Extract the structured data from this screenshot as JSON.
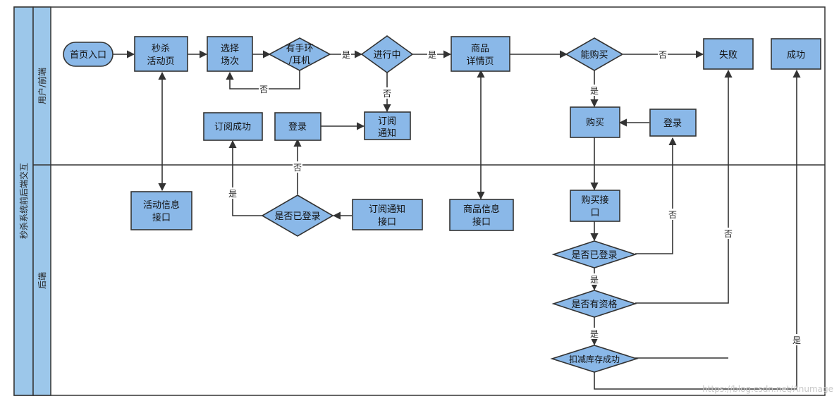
{
  "pool_title": "秒杀系统前后端交互",
  "lanes": {
    "top": "用户/前端",
    "bottom": "后端"
  },
  "nodes": {
    "home": "首页入口",
    "activity_page": [
      "秒杀",
      "活动页"
    ],
    "select_session": [
      "选择",
      "场次"
    ],
    "has_device": [
      "有手环",
      "/耳机"
    ],
    "in_progress": "进行中",
    "product_page": [
      "商品",
      "详情页"
    ],
    "can_buy": "能购买",
    "fail": "失败",
    "success": "成功",
    "subscribe_success": "订阅成功",
    "login_a": "登录",
    "subscribe_notify": [
      "订阅",
      "通知"
    ],
    "buy": "购买",
    "login_b": "登录",
    "activity_api": [
      "活动信息",
      "接口"
    ],
    "logged_in_a": "是否已登录",
    "subscribe_api": [
      "订阅通知",
      "接口"
    ],
    "product_api": [
      "商品信息",
      "接口"
    ],
    "buy_api": [
      "购买接",
      "口"
    ],
    "logged_in_b": "是否已登录",
    "qualified": "是否有资格",
    "deduct_stock": "扣减库存成功"
  },
  "edge_labels": {
    "yes": "是",
    "no": "否"
  },
  "watermark": "https://blog.csdn.net/Anumage",
  "colors": {
    "node_fill": "#8ab8e8",
    "pool_fill": "#9cc7ea",
    "line": "#333333"
  }
}
